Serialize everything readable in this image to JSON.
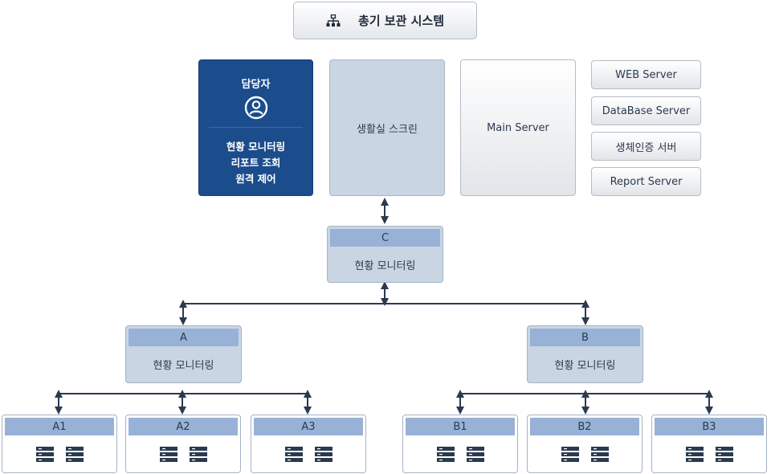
{
  "title": {
    "text": "총기 보관 시스템",
    "icon": "org-chart-icon"
  },
  "manager": {
    "title": "담당자",
    "icon": "user-circle-icon",
    "lines": [
      "현황 모니터링",
      "리포트 조회",
      "원격 제어"
    ]
  },
  "screen": {
    "label": "생활실 스크린"
  },
  "main_server": {
    "label": "Main Server"
  },
  "servers": [
    "WEB Server",
    "DataBase Server",
    "생체인증 서버",
    "Report Server"
  ],
  "node_c": {
    "header": "C",
    "label": "현황 모니터링"
  },
  "node_a": {
    "header": "A",
    "label": "현황 모니터링"
  },
  "node_b": {
    "header": "B",
    "label": "현황 모니터링"
  },
  "leaves": [
    "A1",
    "A2",
    "A3",
    "B1",
    "B2",
    "B3"
  ],
  "colors": {
    "primary": "#1b4c8c",
    "node_fill": "#c9d5e3",
    "header_fill": "#97b2d6",
    "connector": "#2b3a4e"
  }
}
